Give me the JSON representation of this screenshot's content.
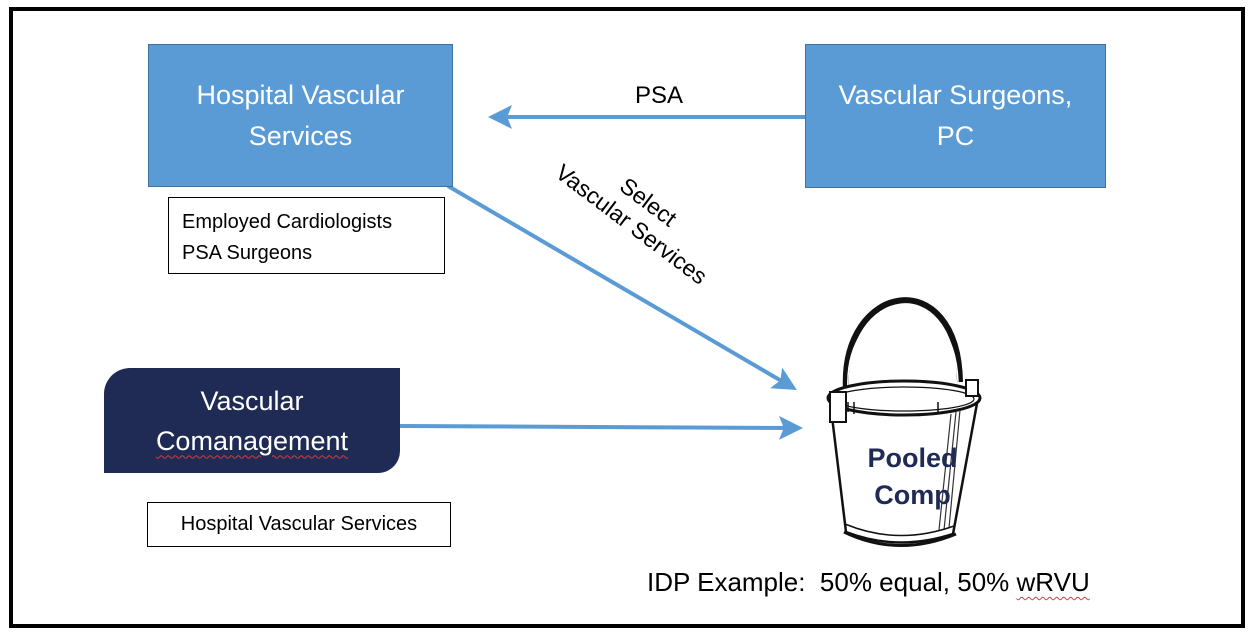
{
  "nodes": {
    "hospital_vascular_services": {
      "line1": "Hospital Vascular",
      "line2": "Services"
    },
    "vascular_surgeons_pc": {
      "line1": "Vascular Surgeons,",
      "line2": "PC"
    },
    "vascular_comanagement": {
      "line1": "Vascular",
      "line2": "Comanagement"
    },
    "pooled_comp": {
      "line1": "Pooled",
      "line2": "Comp"
    }
  },
  "notes": {
    "hospital_staff": {
      "line1": "Employed Cardiologists",
      "line2": "PSA Surgeons"
    },
    "comanagement_party": "Hospital Vascular Services"
  },
  "edges": {
    "psa": {
      "label": "PSA",
      "from": "Vascular Surgeons, PC",
      "to": "Hospital Vascular Services"
    },
    "select": {
      "line1": "Select",
      "line2": "Vascular Services",
      "from": "Hospital Vascular Services",
      "to": "Pooled Comp"
    },
    "comanagement": {
      "from": "Vascular Comanagement",
      "to": "Pooled Comp"
    }
  },
  "footer": {
    "prefix": "IDP Example:  50% equal, 50% ",
    "underlined": "wRVU"
  },
  "colors": {
    "node_blue": "#5b9bd5",
    "node_navy": "#1f2a55",
    "arrow": "#5b9bd5",
    "bucket_text": "#1f2a55"
  }
}
